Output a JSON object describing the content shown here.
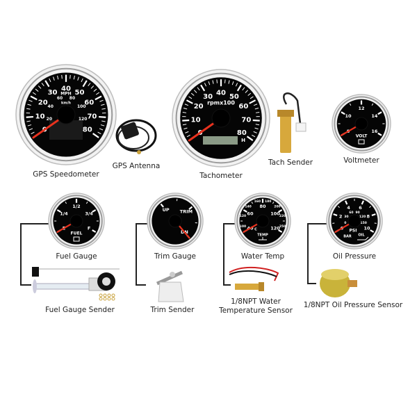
{
  "colors": {
    "face": "#050505",
    "needle": "#e8321e",
    "bezel": "#d8d8d8",
    "lcd_dark": "#1a1a1a",
    "lcd_green": "#8a9a86",
    "brass": "#d7a83c"
  },
  "gauges": [
    {
      "id": "gps-speedometer",
      "caption": "GPS Speedometer",
      "ticks": [
        "0",
        "10",
        "20",
        "30",
        "40",
        "50",
        "60",
        "70",
        "80"
      ],
      "unit": "MPH",
      "inner_ticks": [
        "20",
        "40",
        "60",
        "80",
        "100",
        "120"
      ],
      "inner_unit": "km/h",
      "needle": 0.0,
      "display": "dark"
    },
    {
      "id": "tachometer",
      "caption": "Tachometer",
      "ticks": [
        "0",
        "10",
        "20",
        "30",
        "40",
        "50",
        "60",
        "70",
        "80"
      ],
      "unit": "rpmx100",
      "needle": 0.0,
      "display": "green",
      "display_suffix": "H"
    },
    {
      "id": "voltmeter",
      "caption": "Voltmeter",
      "ticks": [
        "8",
        "10",
        "12",
        "14",
        "16"
      ],
      "unit": "VOLT",
      "icon": "battery-icon",
      "needle": 0.0
    },
    {
      "id": "fuel-gauge",
      "caption": "Fuel Gauge",
      "ticks": [
        "E",
        "1/4",
        "1/2",
        "3/4",
        "F"
      ],
      "unit": "FUEL",
      "icon": "fuel-pump-icon",
      "needle": 0.0
    },
    {
      "id": "trim-gauge",
      "caption": "Trim Gauge",
      "ticks": [
        "UP",
        "TRIM",
        "DN"
      ],
      "unit": "",
      "needle": 1.0
    },
    {
      "id": "water-temp",
      "caption": "Water Temp",
      "ticks": [
        "40",
        "60",
        "80",
        "100",
        "120"
      ],
      "unit": "TEMP",
      "outer_ticks": [
        "100",
        "120",
        "140",
        "160",
        "180",
        "200",
        "220",
        "250"
      ],
      "unit_c": "C",
      "icon": "coolant-icon",
      "needle": 0.0
    },
    {
      "id": "oil-pressure",
      "caption": "Oil Pressure",
      "ticks": [
        "0",
        "2",
        "4",
        "6",
        "8",
        "10"
      ],
      "inner_ticks": [
        "0",
        "30",
        "60",
        "90",
        "120",
        "150"
      ],
      "unit": "PSI",
      "unit2": "BAR",
      "unit3": "OIL",
      "icon": "oil-can-icon",
      "needle": 0.0
    }
  ],
  "accessories": {
    "gps_antenna": "GPS Antenna",
    "tach_sender": "Tach Sender",
    "fuel_sender": "Fuel Gauge Sender",
    "trim_sender": "Trim Sender",
    "water_sensor_line1": "1/8NPT Water",
    "water_sensor_line2": "Temperature Sensor",
    "oil_sensor": "1/8NPT Oil Pressure Sensor"
  }
}
